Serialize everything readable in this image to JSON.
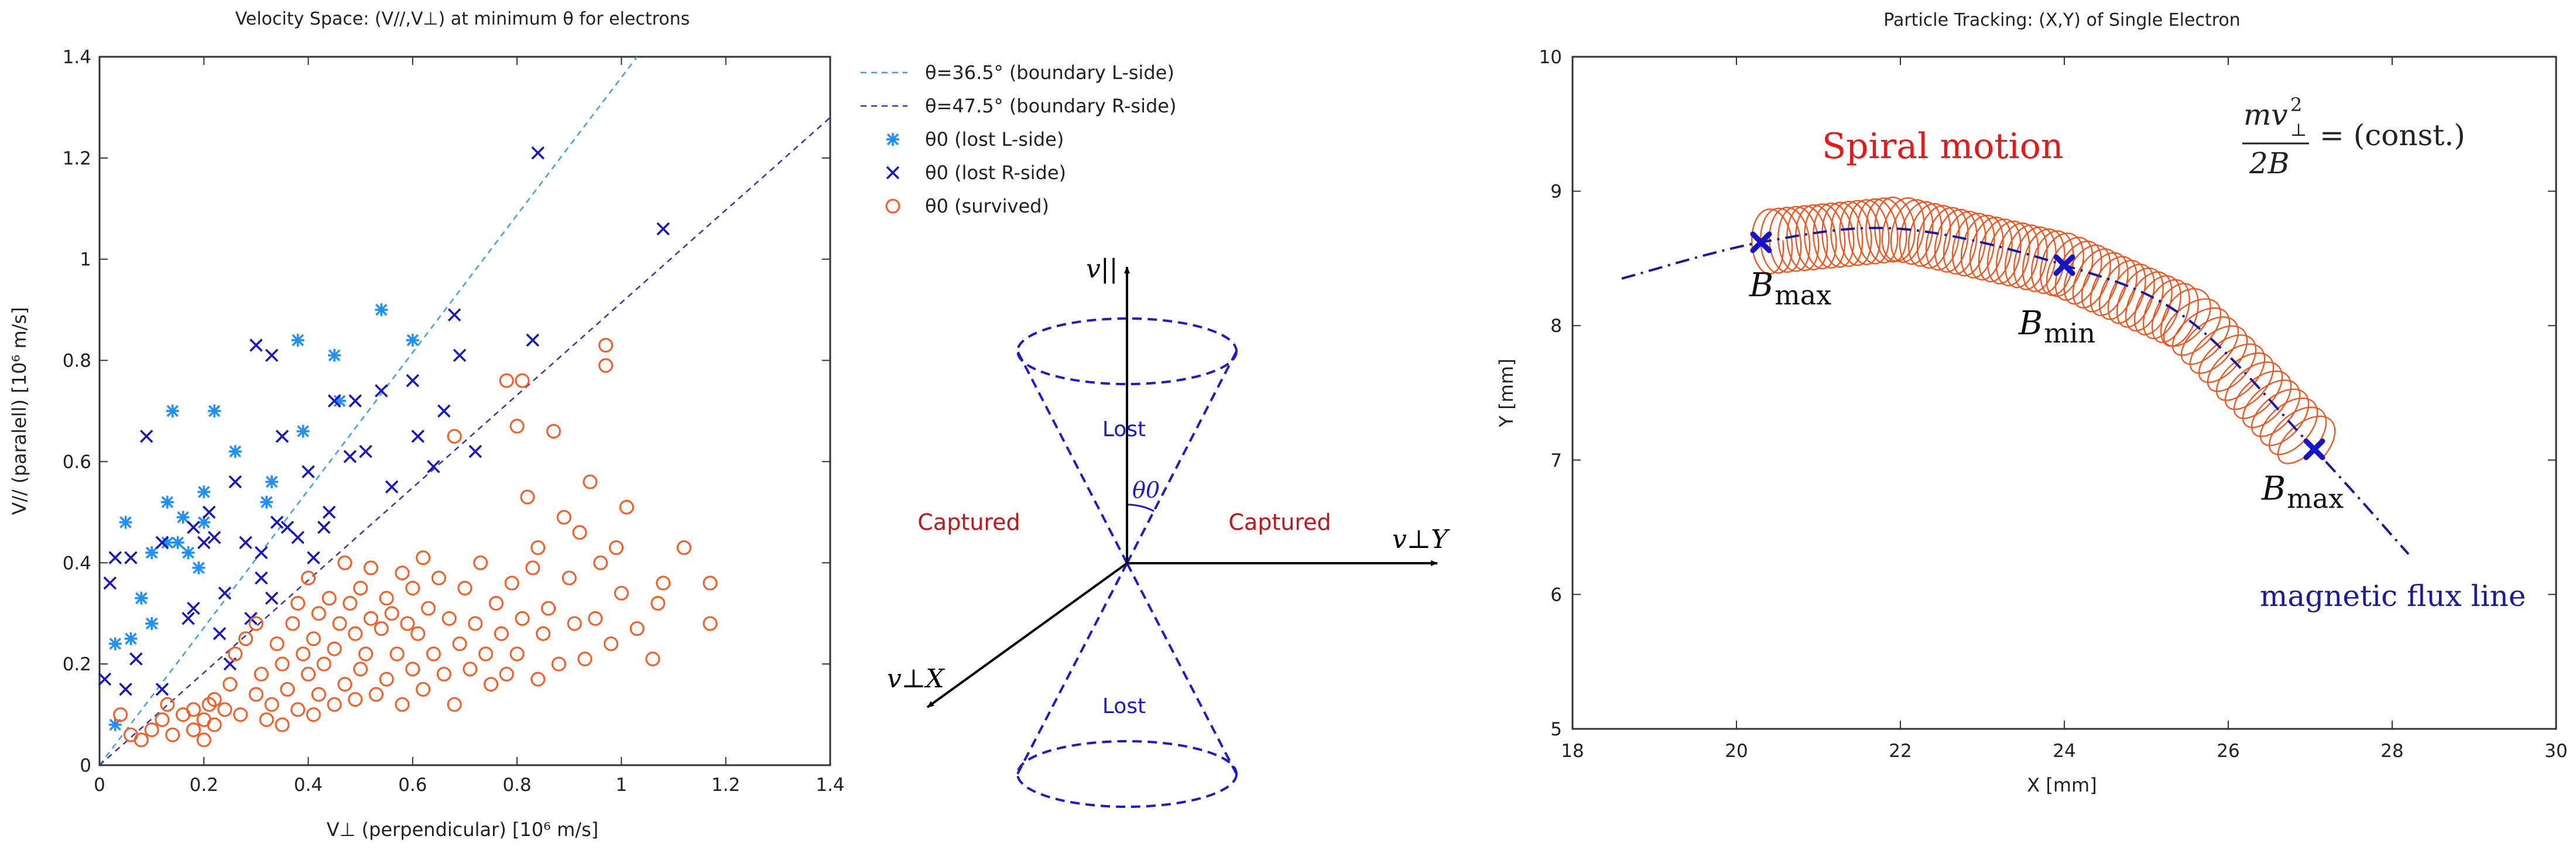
{
  "chart_data": [
    {
      "type": "scatter",
      "title": "Velocity Space: (V//,V⊥) at minimum θ for electrons",
      "xlabel": "V⊥ (perpendicular) [10⁶ m/s]",
      "ylabel": "V// (paralell) [10⁶ m/s]",
      "xlim": [
        0,
        1.4
      ],
      "ylim": [
        0,
        1.4
      ],
      "xticks": [
        "0",
        "0.2",
        "0.4",
        "0.6",
        "0.8",
        "1",
        "1.2",
        "1.4"
      ],
      "yticks": [
        "0",
        "0.2",
        "0.4",
        "0.6",
        "0.8",
        "1",
        "1.2",
        "1.4"
      ],
      "grid": false,
      "legend_position": "outside-top-right",
      "lines": [
        {
          "name": "θ=36.5° (boundary L-side)",
          "color": "#3aa0e6",
          "x": [
            0,
            1.03
          ],
          "y": [
            0,
            1.4
          ]
        },
        {
          "name": "θ=47.5° (boundary R-side)",
          "color": "#3333bb",
          "x": [
            0,
            1.4
          ],
          "y": [
            0,
            1.28
          ]
        }
      ],
      "series": [
        {
          "name": "θ0 (lost L-side)",
          "color": "#1e90ff",
          "marker": "asterisk",
          "points": [
            [
              0.03,
              0.08
            ],
            [
              0.03,
              0.24
            ],
            [
              0.05,
              0.48
            ],
            [
              0.06,
              0.25
            ],
            [
              0.08,
              0.33
            ],
            [
              0.1,
              0.28
            ],
            [
              0.1,
              0.42
            ],
            [
              0.13,
              0.44
            ],
            [
              0.13,
              0.52
            ],
            [
              0.14,
              0.7
            ],
            [
              0.15,
              0.44
            ],
            [
              0.16,
              0.49
            ],
            [
              0.17,
              0.42
            ],
            [
              0.19,
              0.39
            ],
            [
              0.2,
              0.48
            ],
            [
              0.2,
              0.54
            ],
            [
              0.22,
              0.7
            ],
            [
              0.26,
              0.62
            ],
            [
              0.32,
              0.52
            ],
            [
              0.33,
              0.56
            ],
            [
              0.38,
              0.84
            ],
            [
              0.39,
              0.66
            ],
            [
              0.45,
              0.81
            ],
            [
              0.46,
              0.72
            ],
            [
              0.54,
              0.9
            ],
            [
              0.6,
              0.84
            ]
          ]
        },
        {
          "name": "θ0 (lost R-side)",
          "color": "#1616c8",
          "marker": "cross",
          "points": [
            [
              0.01,
              0.17
            ],
            [
              0.02,
              0.36
            ],
            [
              0.03,
              0.41
            ],
            [
              0.05,
              0.15
            ],
            [
              0.06,
              0.41
            ],
            [
              0.07,
              0.21
            ],
            [
              0.09,
              0.65
            ],
            [
              0.12,
              0.44
            ],
            [
              0.12,
              0.15
            ],
            [
              0.17,
              0.29
            ],
            [
              0.18,
              0.47
            ],
            [
              0.18,
              0.31
            ],
            [
              0.2,
              0.44
            ],
            [
              0.21,
              0.5
            ],
            [
              0.22,
              0.45
            ],
            [
              0.23,
              0.26
            ],
            [
              0.24,
              0.34
            ],
            [
              0.25,
              0.2
            ],
            [
              0.26,
              0.56
            ],
            [
              0.28,
              0.44
            ],
            [
              0.29,
              0.29
            ],
            [
              0.3,
              0.83
            ],
            [
              0.31,
              0.42
            ],
            [
              0.31,
              0.37
            ],
            [
              0.33,
              0.81
            ],
            [
              0.33,
              0.33
            ],
            [
              0.34,
              0.48
            ],
            [
              0.35,
              0.65
            ],
            [
              0.36,
              0.47
            ],
            [
              0.38,
              0.45
            ],
            [
              0.4,
              0.58
            ],
            [
              0.41,
              0.41
            ],
            [
              0.43,
              0.47
            ],
            [
              0.44,
              0.5
            ],
            [
              0.45,
              0.72
            ],
            [
              0.48,
              0.61
            ],
            [
              0.49,
              0.72
            ],
            [
              0.51,
              0.62
            ],
            [
              0.54,
              0.74
            ],
            [
              0.56,
              0.55
            ],
            [
              0.6,
              0.76
            ],
            [
              0.61,
              0.65
            ],
            [
              0.64,
              0.59
            ],
            [
              0.66,
              0.7
            ],
            [
              0.68,
              0.89
            ],
            [
              0.69,
              0.81
            ],
            [
              0.72,
              0.62
            ],
            [
              0.83,
              0.84
            ],
            [
              0.84,
              1.21
            ],
            [
              1.08,
              1.06
            ]
          ]
        },
        {
          "name": "θ0 (survived)",
          "color": "#ff5a1e",
          "marker": "circle",
          "points": [
            [
              0.04,
              0.1
            ],
            [
              0.06,
              0.06
            ],
            [
              0.08,
              0.05
            ],
            [
              0.1,
              0.07
            ],
            [
              0.12,
              0.09
            ],
            [
              0.13,
              0.12
            ],
            [
              0.14,
              0.06
            ],
            [
              0.16,
              0.1
            ],
            [
              0.18,
              0.07
            ],
            [
              0.18,
              0.11
            ],
            [
              0.2,
              0.05
            ],
            [
              0.2,
              0.09
            ],
            [
              0.21,
              0.12
            ],
            [
              0.22,
              0.08
            ],
            [
              0.22,
              0.13
            ],
            [
              0.24,
              0.11
            ],
            [
              0.25,
              0.16
            ],
            [
              0.26,
              0.22
            ],
            [
              0.27,
              0.1
            ],
            [
              0.28,
              0.25
            ],
            [
              0.3,
              0.14
            ],
            [
              0.3,
              0.28
            ],
            [
              0.31,
              0.18
            ],
            [
              0.32,
              0.09
            ],
            [
              0.33,
              0.12
            ],
            [
              0.34,
              0.24
            ],
            [
              0.35,
              0.08
            ],
            [
              0.35,
              0.2
            ],
            [
              0.36,
              0.15
            ],
            [
              0.37,
              0.28
            ],
            [
              0.38,
              0.11
            ],
            [
              0.38,
              0.32
            ],
            [
              0.39,
              0.22
            ],
            [
              0.4,
              0.18
            ],
            [
              0.4,
              0.37
            ],
            [
              0.41,
              0.1
            ],
            [
              0.41,
              0.25
            ],
            [
              0.42,
              0.14
            ],
            [
              0.42,
              0.3
            ],
            [
              0.43,
              0.2
            ],
            [
              0.44,
              0.33
            ],
            [
              0.45,
              0.12
            ],
            [
              0.45,
              0.23
            ],
            [
              0.46,
              0.28
            ],
            [
              0.47,
              0.16
            ],
            [
              0.47,
              0.4
            ],
            [
              0.48,
              0.32
            ],
            [
              0.49,
              0.13
            ],
            [
              0.49,
              0.26
            ],
            [
              0.5,
              0.19
            ],
            [
              0.5,
              0.35
            ],
            [
              0.51,
              0.22
            ],
            [
              0.52,
              0.39
            ],
            [
              0.52,
              0.29
            ],
            [
              0.53,
              0.14
            ],
            [
              0.54,
              0.27
            ],
            [
              0.55,
              0.33
            ],
            [
              0.55,
              0.17
            ],
            [
              0.56,
              0.3
            ],
            [
              0.57,
              0.22
            ],
            [
              0.58,
              0.38
            ],
            [
              0.58,
              0.12
            ],
            [
              0.59,
              0.28
            ],
            [
              0.6,
              0.19
            ],
            [
              0.6,
              0.35
            ],
            [
              0.61,
              0.26
            ],
            [
              0.62,
              0.41
            ],
            [
              0.62,
              0.15
            ],
            [
              0.63,
              0.31
            ],
            [
              0.64,
              0.22
            ],
            [
              0.65,
              0.37
            ],
            [
              0.66,
              0.18
            ],
            [
              0.67,
              0.29
            ],
            [
              0.68,
              0.65
            ],
            [
              0.68,
              0.12
            ],
            [
              0.69,
              0.24
            ],
            [
              0.7,
              0.35
            ],
            [
              0.71,
              0.19
            ],
            [
              0.72,
              0.28
            ],
            [
              0.73,
              0.4
            ],
            [
              0.74,
              0.22
            ],
            [
              0.75,
              0.16
            ],
            [
              0.76,
              0.32
            ],
            [
              0.77,
              0.26
            ],
            [
              0.78,
              0.76
            ],
            [
              0.78,
              0.18
            ],
            [
              0.79,
              0.36
            ],
            [
              0.8,
              0.67
            ],
            [
              0.8,
              0.22
            ],
            [
              0.81,
              0.76
            ],
            [
              0.81,
              0.29
            ],
            [
              0.82,
              0.53
            ],
            [
              0.83,
              0.39
            ],
            [
              0.84,
              0.17
            ],
            [
              0.84,
              0.43
            ],
            [
              0.85,
              0.26
            ],
            [
              0.86,
              0.31
            ],
            [
              0.87,
              0.66
            ],
            [
              0.88,
              0.2
            ],
            [
              0.89,
              0.49
            ],
            [
              0.9,
              0.37
            ],
            [
              0.91,
              0.28
            ],
            [
              0.92,
              0.46
            ],
            [
              0.93,
              0.21
            ],
            [
              0.94,
              0.56
            ],
            [
              0.95,
              0.29
            ],
            [
              0.96,
              0.4
            ],
            [
              0.97,
              0.79
            ],
            [
              0.97,
              0.83
            ],
            [
              0.98,
              0.24
            ],
            [
              0.99,
              0.43
            ],
            [
              1.0,
              0.34
            ],
            [
              1.01,
              0.51
            ],
            [
              1.03,
              0.27
            ],
            [
              1.06,
              0.21
            ],
            [
              1.07,
              0.32
            ],
            [
              1.08,
              0.36
            ],
            [
              1.12,
              0.43
            ],
            [
              1.17,
              0.36
            ],
            [
              1.17,
              0.28
            ]
          ]
        }
      ]
    },
    {
      "type": "diagram",
      "axis_labels": {
        "v_parallel": "v||",
        "v_perp_y": "v⊥Y",
        "v_perp_x": "v⊥X",
        "theta": "θ0"
      },
      "region_labels": {
        "lost_top": "Lost",
        "lost_bottom": "Lost",
        "captured_left": "Captured",
        "captured_right": "Captured"
      }
    },
    {
      "type": "line",
      "title": "Particle Tracking: (X,Y) of Single Electron",
      "xlabel": "X [mm]",
      "ylabel": "Y [mm]",
      "xlim": [
        18,
        30
      ],
      "ylim": [
        5,
        10
      ],
      "xticks": [
        "18",
        "20",
        "22",
        "24",
        "26",
        "28",
        "30"
      ],
      "yticks": [
        "5",
        "6",
        "7",
        "8",
        "9",
        "10"
      ],
      "grid": false,
      "flux_line": {
        "name": "magnetic flux line",
        "color": "#1a1aa0",
        "points": [
          [
            18.6,
            8.35
          ],
          [
            20.3,
            8.62
          ],
          [
            22.0,
            8.72
          ],
          [
            24.0,
            8.45
          ],
          [
            25.5,
            8.05
          ],
          [
            27.05,
            7.08
          ],
          [
            28.2,
            6.3
          ]
        ]
      },
      "spiral": {
        "name": "Spiral motion",
        "color": "#ff4a10",
        "radius_mm": 0.24,
        "x_start": 20.35,
        "x_end": 27.0,
        "loops": 62
      },
      "markers": [
        {
          "label": "B",
          "subscript": "max",
          "x": 20.3,
          "y": 8.62
        },
        {
          "label": "B",
          "subscript": "min",
          "x": 24.0,
          "y": 8.45
        },
        {
          "label": "B",
          "subscript": "max",
          "x": 27.05,
          "y": 7.08
        }
      ],
      "annotations": {
        "spiral_label": "Spiral motion",
        "flux_label": "magnetic flux line",
        "formula_num": "mv",
        "formula_num_sup": "2",
        "formula_num_sub": "⊥",
        "formula_den": "2B",
        "formula_rhs": "= (const.)"
      }
    }
  ]
}
